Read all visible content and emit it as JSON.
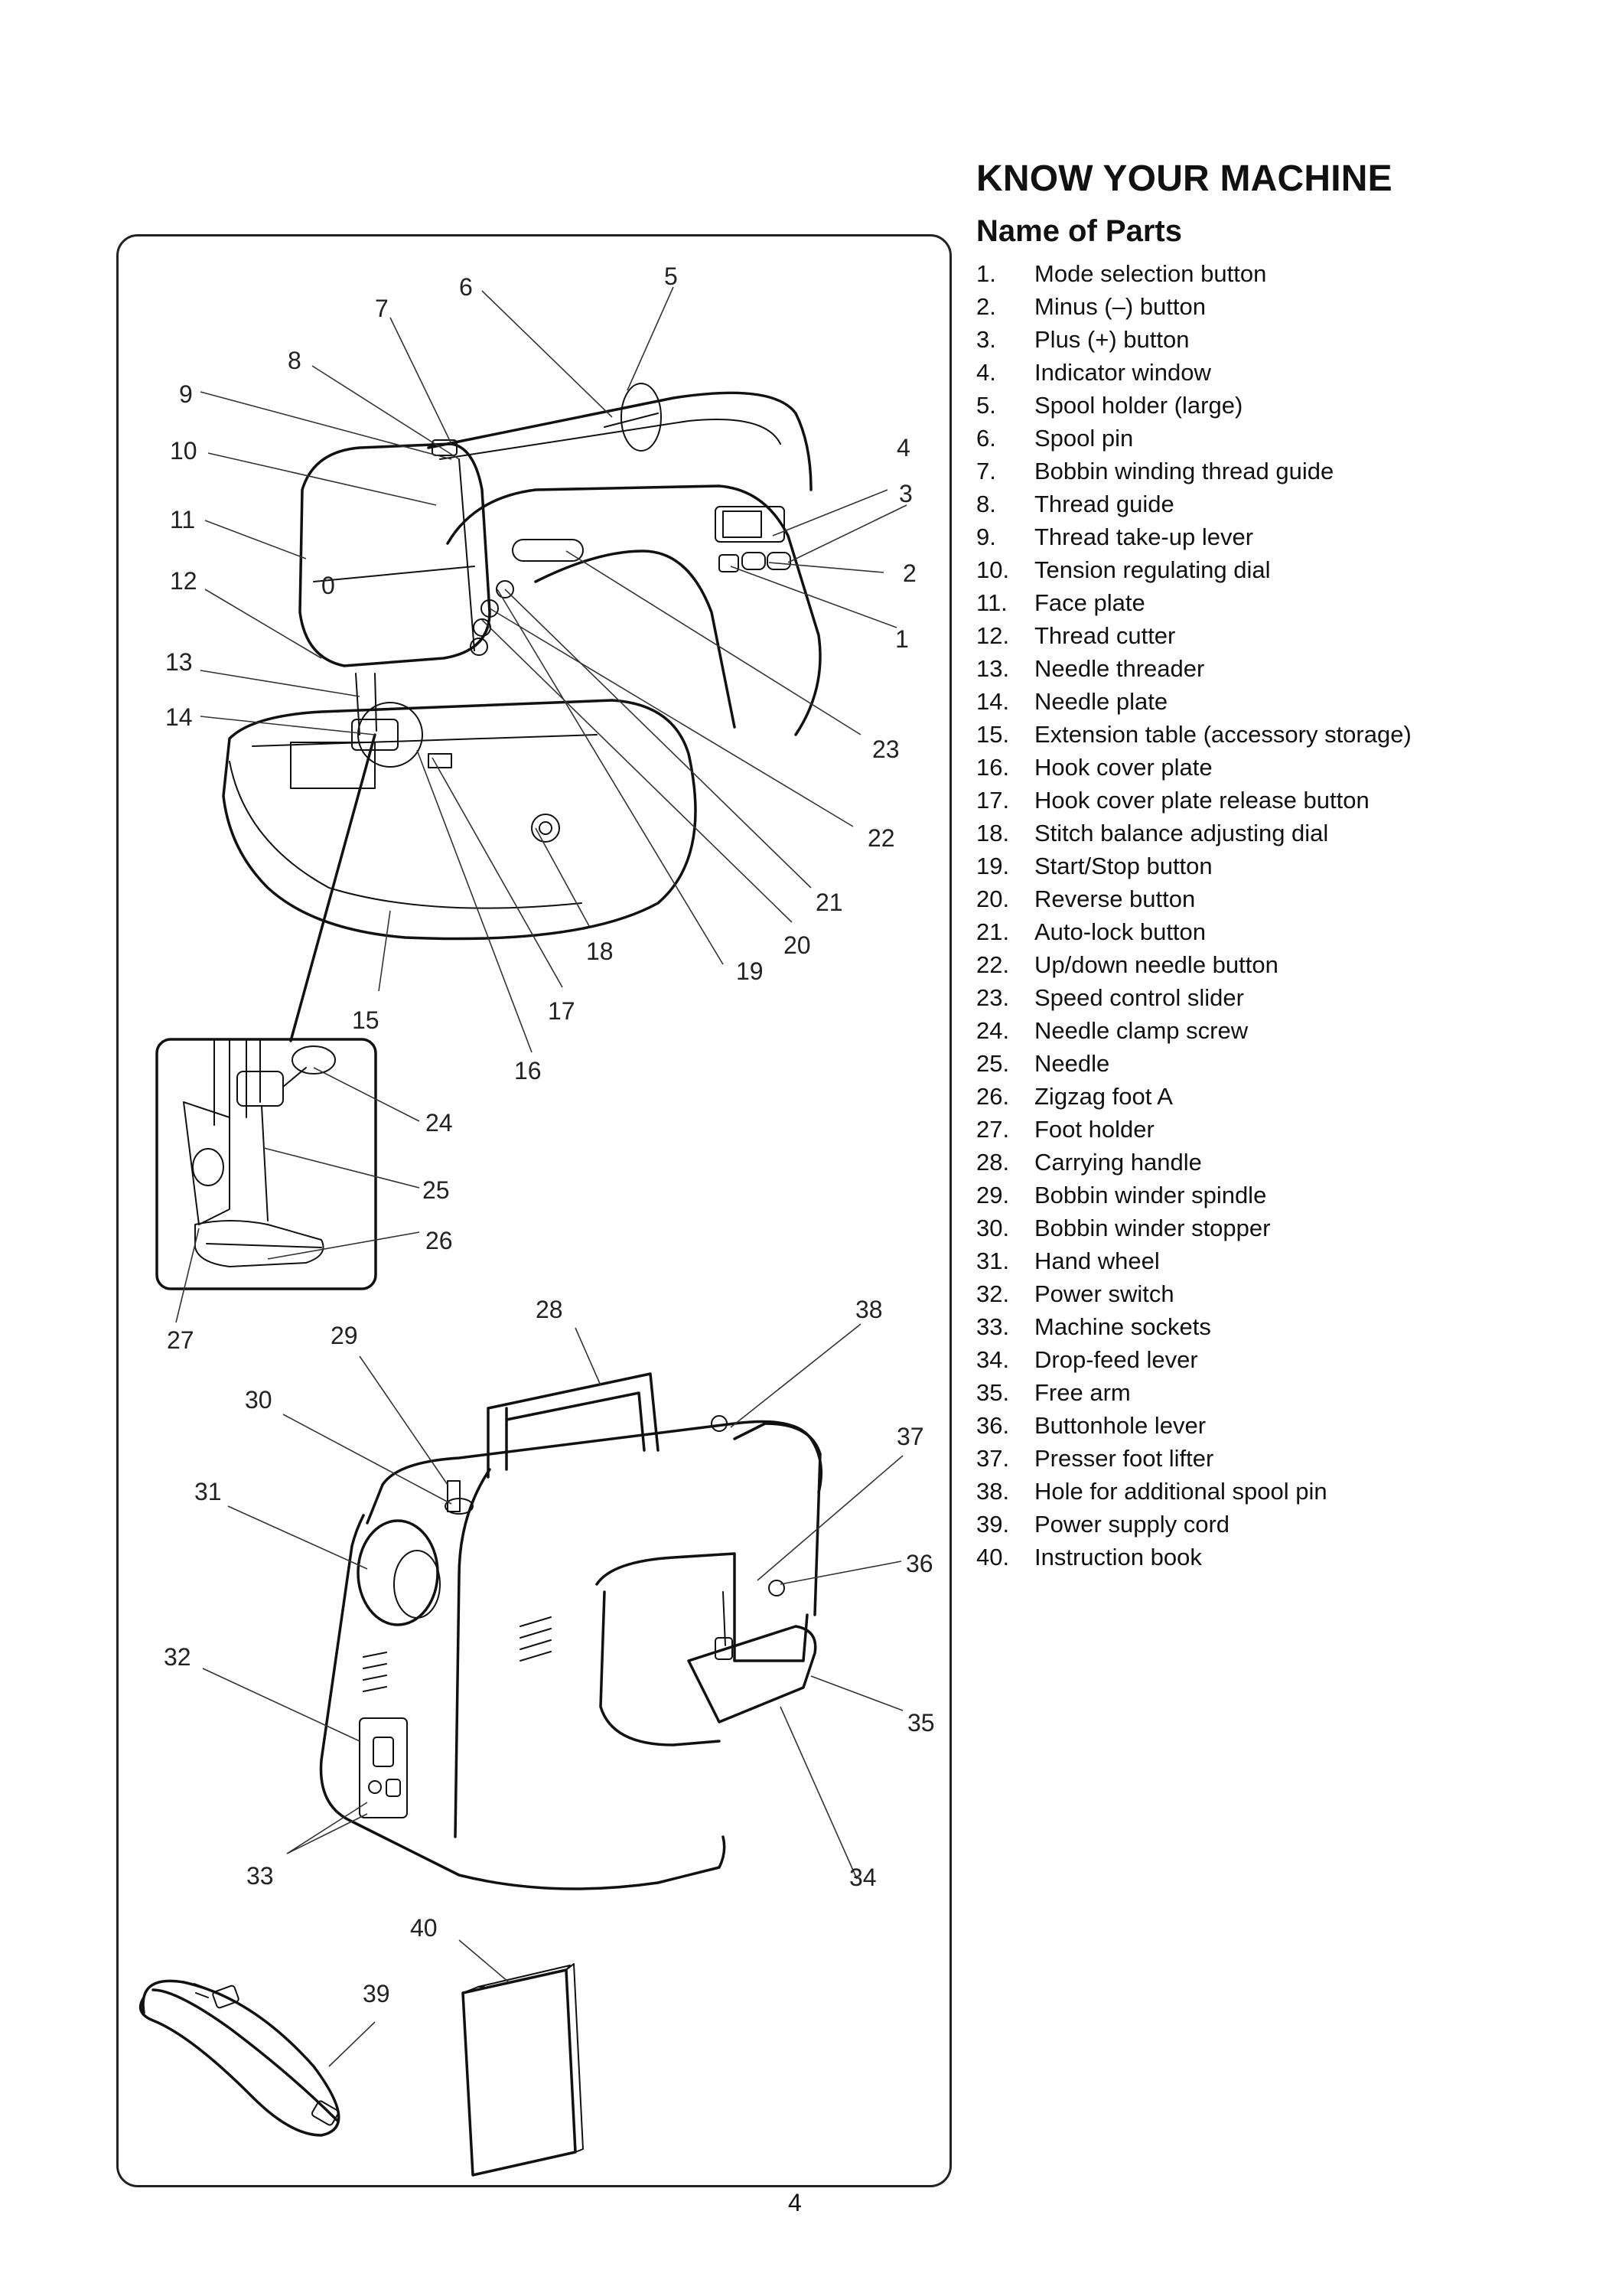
{
  "page": {
    "title": "KNOW YOUR MACHINE",
    "subtitle": "Name of Parts",
    "page_number": "4"
  },
  "parts": [
    {
      "num": "1.",
      "name": "Mode selection button"
    },
    {
      "num": "2.",
      "name": "Minus (–) button"
    },
    {
      "num": "3.",
      "name": "Plus (+) button"
    },
    {
      "num": "4.",
      "name": "Indicator window"
    },
    {
      "num": "5.",
      "name": "Spool holder (large)"
    },
    {
      "num": "6.",
      "name": "Spool pin"
    },
    {
      "num": "7.",
      "name": "Bobbin winding thread guide"
    },
    {
      "num": "8.",
      "name": "Thread guide"
    },
    {
      "num": "9.",
      "name": "Thread take-up lever"
    },
    {
      "num": "10.",
      "name": "Tension regulating dial"
    },
    {
      "num": "11.",
      "name": "Face plate"
    },
    {
      "num": "12.",
      "name": "Thread cutter"
    },
    {
      "num": "13.",
      "name": "Needle threader"
    },
    {
      "num": "14.",
      "name": "Needle plate"
    },
    {
      "num": "15.",
      "name": "Extension table (accessory storage)"
    },
    {
      "num": "16.",
      "name": "Hook cover plate"
    },
    {
      "num": "17.",
      "name": "Hook cover plate release button"
    },
    {
      "num": "18.",
      "name": "Stitch balance adjusting dial"
    },
    {
      "num": "19.",
      "name": "Start/Stop button"
    },
    {
      "num": "20.",
      "name": "Reverse button"
    },
    {
      "num": "21.",
      "name": "Auto-lock button"
    },
    {
      "num": "22.",
      "name": "Up/down needle button"
    },
    {
      "num": "23.",
      "name": "Speed control slider"
    },
    {
      "num": "24.",
      "name": "Needle clamp screw"
    },
    {
      "num": "25.",
      "name": "Needle"
    },
    {
      "num": "26.",
      "name": "Zigzag foot A"
    },
    {
      "num": "27.",
      "name": "Foot holder"
    },
    {
      "num": "28.",
      "name": "Carrying handle"
    },
    {
      "num": "29.",
      "name": "Bobbin winder spindle"
    },
    {
      "num": "30.",
      "name": "Bobbin winder stopper"
    },
    {
      "num": "31.",
      "name": "Hand wheel"
    },
    {
      "num": "32.",
      "name": "Power switch"
    },
    {
      "num": "33.",
      "name": "Machine sockets"
    },
    {
      "num": "34.",
      "name": "Drop-feed lever"
    },
    {
      "num": "35.",
      "name": "Free arm"
    },
    {
      "num": "36.",
      "name": "Buttonhole lever"
    },
    {
      "num": "37.",
      "name": "Presser foot lifter"
    },
    {
      "num": "38.",
      "name": "Hole for additional spool pin"
    },
    {
      "num": "39.",
      "name": "Power supply cord"
    },
    {
      "num": "40.",
      "name": "Instruction book"
    }
  ],
  "callouts": [
    "1",
    "2",
    "3",
    "4",
    "5",
    "6",
    "7",
    "8",
    "9",
    "10",
    "11",
    "12",
    "13",
    "14",
    "15",
    "16",
    "17",
    "18",
    "19",
    "20",
    "21",
    "22",
    "23",
    "24",
    "25",
    "26",
    "27",
    "28",
    "29",
    "30",
    "31",
    "32",
    "33",
    "34",
    "35",
    "36",
    "37",
    "38",
    "39",
    "40"
  ],
  "face_plate_mark": "0"
}
